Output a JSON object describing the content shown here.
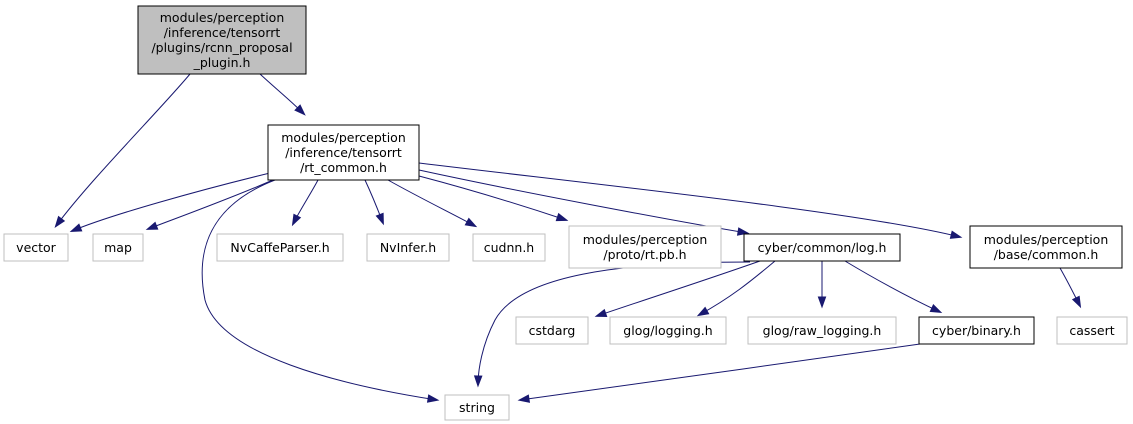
{
  "colors": {
    "edge": "#191970",
    "root_fill": "#bfbfbf",
    "root_stroke": "#000000",
    "documented_fill": "#ffffff",
    "documented_stroke": "#000000",
    "external_stroke": "#bfbfbf",
    "text": "#000000"
  },
  "nodes": [
    {
      "id": "rcnn_proposal_plugin_h",
      "kind": "root",
      "lines": [
        "modules/perception",
        "/inference/tensorrt",
        "/plugins/rcnn_proposal",
        "_plugin.h"
      ]
    },
    {
      "id": "rt_common_h",
      "kind": "documented",
      "lines": [
        "modules/perception",
        "/inference/tensorrt",
        "/rt_common.h"
      ]
    },
    {
      "id": "vector",
      "kind": "external",
      "lines": [
        "vector"
      ]
    },
    {
      "id": "map",
      "kind": "external",
      "lines": [
        "map"
      ]
    },
    {
      "id": "nvcaffeparser_h",
      "kind": "external",
      "lines": [
        "NvCaffeParser.h"
      ]
    },
    {
      "id": "nvinfer_h",
      "kind": "external",
      "lines": [
        "NvInfer.h"
      ]
    },
    {
      "id": "cudnn_h",
      "kind": "external",
      "lines": [
        "cudnn.h"
      ]
    },
    {
      "id": "rt_pb_h",
      "kind": "external",
      "lines": [
        "modules/perception",
        "/proto/rt.pb.h"
      ]
    },
    {
      "id": "cyber_log_h",
      "kind": "documented",
      "lines": [
        "cyber/common/log.h"
      ]
    },
    {
      "id": "base_common_h",
      "kind": "documented",
      "lines": [
        "modules/perception",
        "/base/common.h"
      ]
    },
    {
      "id": "cstdarg",
      "kind": "external",
      "lines": [
        "cstdarg"
      ]
    },
    {
      "id": "glog_logging_h",
      "kind": "external",
      "lines": [
        "glog/logging.h"
      ]
    },
    {
      "id": "glog_raw_logging_h",
      "kind": "external",
      "lines": [
        "glog/raw_logging.h"
      ]
    },
    {
      "id": "cyber_binary_h",
      "kind": "documented",
      "lines": [
        "cyber/binary.h"
      ]
    },
    {
      "id": "cassert",
      "kind": "external",
      "lines": [
        "cassert"
      ]
    },
    {
      "id": "string",
      "kind": "external",
      "lines": [
        "string"
      ]
    }
  ],
  "edges": [
    {
      "from": "rcnn_proposal_plugin_h",
      "to": "vector"
    },
    {
      "from": "rcnn_proposal_plugin_h",
      "to": "rt_common_h"
    },
    {
      "from": "rt_common_h",
      "to": "vector"
    },
    {
      "from": "rt_common_h",
      "to": "map"
    },
    {
      "from": "rt_common_h",
      "to": "string"
    },
    {
      "from": "rt_common_h",
      "to": "nvcaffeparser_h"
    },
    {
      "from": "rt_common_h",
      "to": "nvinfer_h"
    },
    {
      "from": "rt_common_h",
      "to": "cudnn_h"
    },
    {
      "from": "rt_common_h",
      "to": "rt_pb_h"
    },
    {
      "from": "rt_common_h",
      "to": "cyber_log_h"
    },
    {
      "from": "rt_common_h",
      "to": "base_common_h"
    },
    {
      "from": "cyber_log_h",
      "to": "string"
    },
    {
      "from": "cyber_log_h",
      "to": "cstdarg"
    },
    {
      "from": "cyber_log_h",
      "to": "glog_logging_h"
    },
    {
      "from": "cyber_log_h",
      "to": "glog_raw_logging_h"
    },
    {
      "from": "cyber_log_h",
      "to": "cyber_binary_h"
    },
    {
      "from": "base_common_h",
      "to": "cassert"
    },
    {
      "from": "cyber_binary_h",
      "to": "string"
    }
  ]
}
